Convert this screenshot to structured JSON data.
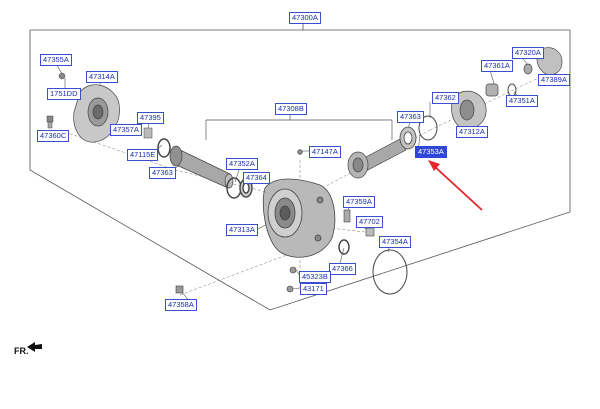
{
  "labels": {
    "l47300A": "47300A",
    "l47355A": "47355A",
    "l47314A": "47314A",
    "l1751DD": "1751DD",
    "l47360C": "47360C",
    "l47357A": "47357A",
    "l47395": "47395",
    "l47115E": "47115E",
    "l47363a": "47363",
    "l47308B": "47308B",
    "l47352A": "47352A",
    "l47364": "47364",
    "l47147A": "47147A",
    "l47313A": "47313A",
    "l47359A": "47359A",
    "l47702": "47702",
    "l47366": "47366",
    "l45323B": "45323B",
    "l43171": "43171",
    "l47354A": "47354A",
    "l47358A": "47358A",
    "l47363b": "47363",
    "l47362": "47362",
    "l47312A": "47312A",
    "l47361A": "47361A",
    "l47351A": "47351A",
    "l47320A": "47320A",
    "l47389A": "47389A",
    "l47353A": "47353A"
  },
  "highlight": {
    "part": "47353A",
    "color": "#2f47d8",
    "arrow_color": "#e5242b"
  },
  "direction_label": "FR."
}
